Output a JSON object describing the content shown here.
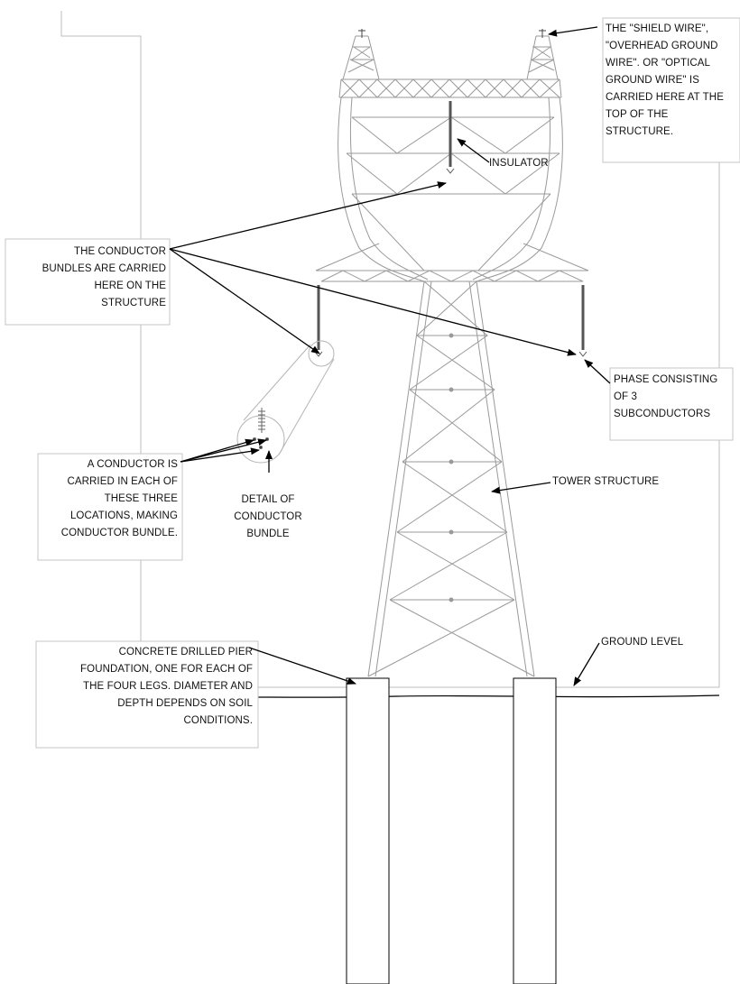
{
  "labels": {
    "shield_wire": "THE \"SHIELD WIRE\",\n\"OVERHEAD GROUND\nWIRE\". OR \"OPTICAL\nGROUND WIRE\" IS\nCARRIED HERE AT THE\nTOP OF THE\nSTRUCTURE.",
    "insulator": "INSULATOR",
    "conductor_bundles": "THE CONDUCTOR\nBUNDLES ARE CARRIED\nHERE ON THE\nSTRUCTURE",
    "phase": "PHASE CONSISTING\nOF 3\nSUBCONDUCTORS",
    "conductor_carried": "A CONDUCTOR IS\nCARRIED IN EACH OF\nTHESE THREE\nLOCATIONS, MAKING\nCONDUCTOR BUNDLE.",
    "detail": "DETAIL OF\nCONDUCTOR\nBUNDLE",
    "tower_structure": "TOWER STRUCTURE",
    "foundation": "CONCRETE DRILLED PIER\nFOUNDATION, ONE FOR EACH OF\nTHE FOUR LEGS. DIAMETER AND\nDEPTH DEPENDS ON SOIL\nCONDITIONS.",
    "ground_level": "GROUND LEVEL"
  },
  "colors": {
    "tower": "#9a9a9a",
    "line": "#000000",
    "panel_border": "#b5b5b5"
  }
}
